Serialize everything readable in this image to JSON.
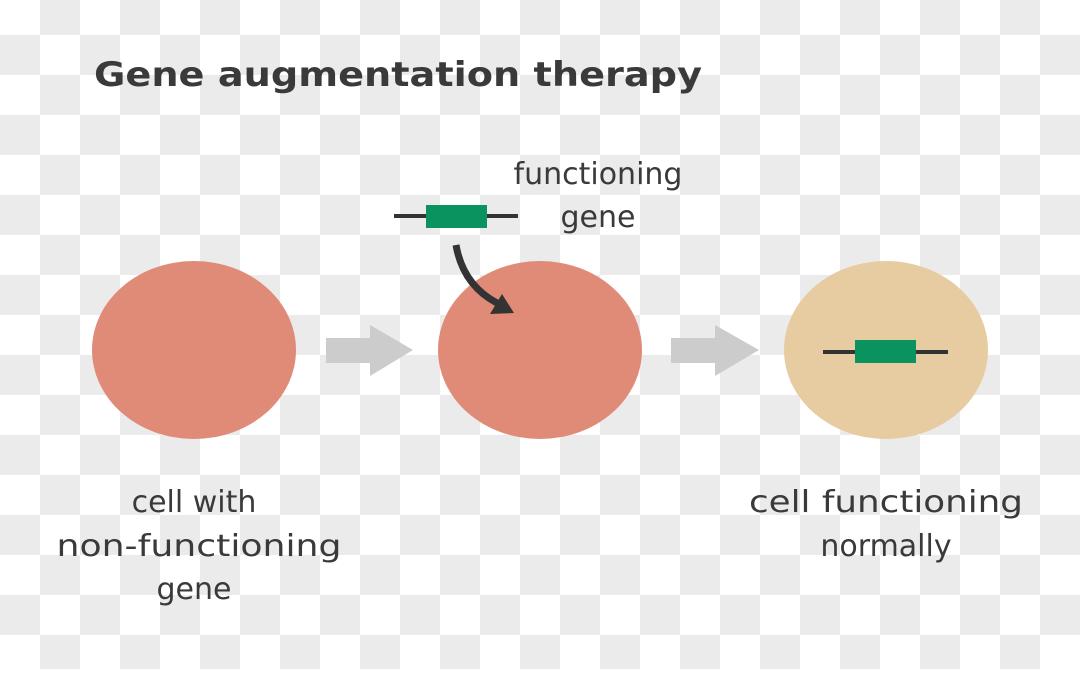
{
  "title": "Gene augmentation therapy",
  "labels": {
    "functioning_gene": [
      "functioning",
      "gene"
    ],
    "cell_before": [
      "cell with",
      "non-functioning",
      "gene"
    ],
    "cell_after": [
      "cell functioning",
      "normally"
    ]
  },
  "colors": {
    "cell_faulty": "#e08b78",
    "cell_normal": "#e8cca1",
    "gene_green": "#0b935f",
    "gene_line": "#333333",
    "flow_arrow": "#cccccc",
    "insert_arrow": "#333333",
    "text": "#3a3a3a"
  },
  "steps": [
    {
      "id": "cell-non-functioning",
      "state": "faulty"
    },
    {
      "id": "cell-receiving-gene",
      "state": "faulty"
    },
    {
      "id": "cell-functioning",
      "state": "normal",
      "contains_gene": true
    }
  ]
}
